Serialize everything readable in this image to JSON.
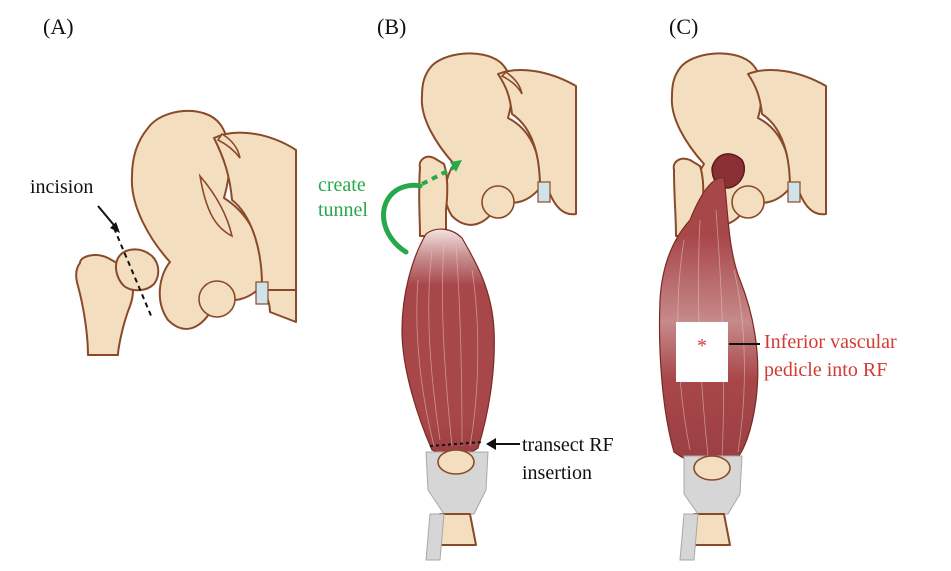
{
  "panels": {
    "a": {
      "label": "(A)",
      "annotations": {
        "incision": "incision"
      }
    },
    "b": {
      "label": "(B)",
      "annotations": {
        "create_line1": "create",
        "create_line2": "tunnel",
        "transect_line1": "transect RF",
        "transect_line2": "insertion"
      }
    },
    "c": {
      "label": "(C)",
      "annotations": {
        "asterisk": "*",
        "pedicle_line1": "Inferior vascular",
        "pedicle_line2": "pedicle into RF"
      }
    }
  },
  "colors": {
    "bone_fill": "#f3dfbf",
    "bone_outline": "#8a4a2a",
    "muscle": "#a8474a",
    "tunnel_arrow": "#27a84a",
    "pedicle_label": "#d23a34",
    "tendon": "#d6d6d6",
    "cartilage": "#cfe3ea"
  }
}
